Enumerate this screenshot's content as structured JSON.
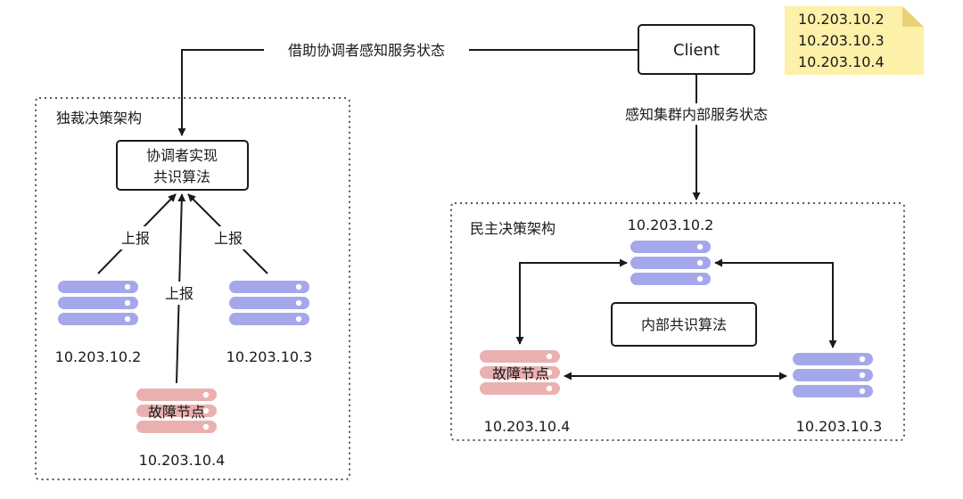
{
  "client": {
    "label": "Client"
  },
  "note": {
    "lines": [
      "10.203.10.2",
      "10.203.10.3",
      "10.203.10.4"
    ]
  },
  "edges": {
    "client_to_left": "借助协调者感知服务状态",
    "client_to_right": "感知集群内部服务状态"
  },
  "left": {
    "title": "独裁决策架构",
    "coordinator": [
      "协调者实现",
      "共识算法"
    ],
    "report_label": "上报",
    "servers": [
      {
        "ip": "10.203.10.2",
        "status": "normal"
      },
      {
        "ip": "10.203.10.3",
        "status": "normal"
      },
      {
        "ip": "10.203.10.4",
        "status": "fault",
        "fault_label": "故障节点"
      }
    ]
  },
  "right": {
    "title": "民主决策架构",
    "algorithm": "内部共识算法",
    "servers": [
      {
        "ip": "10.203.10.2",
        "status": "normal"
      },
      {
        "ip": "10.203.10.4",
        "status": "fault",
        "fault_label": "故障节点"
      },
      {
        "ip": "10.203.10.3",
        "status": "normal"
      }
    ]
  },
  "colors": {
    "server_normal": "#a4a8ea",
    "server_fault": "#eab0b0",
    "note_fill": "#fdf0a8",
    "note_fold": "#e8d277",
    "stroke": "#1a1a1a",
    "dotted_border": "#555555"
  }
}
